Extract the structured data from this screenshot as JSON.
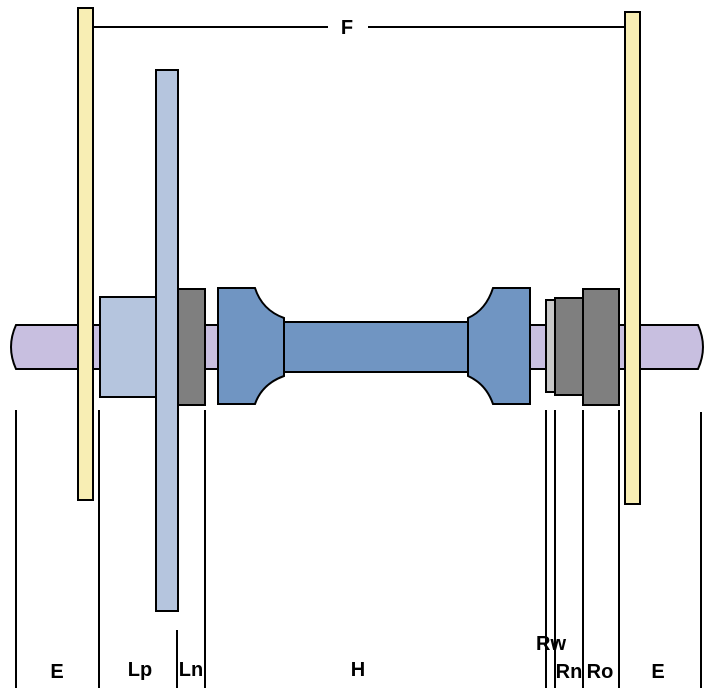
{
  "labels": {
    "F": "F",
    "E_left": "E",
    "Lp": "Lp",
    "Ln": "Ln",
    "H": "H",
    "Rw": "Rw",
    "Rn": "Rn",
    "Ro": "Ro",
    "E_right": "E"
  },
  "colors": {
    "axle": "#c8bfe0",
    "dropout": "#f8eeb4",
    "cog": "#b5c5de",
    "locknut": "#7f7f7f",
    "hub": "#7095c2",
    "washer": "#c8c8c8",
    "outline": "#000000"
  }
}
